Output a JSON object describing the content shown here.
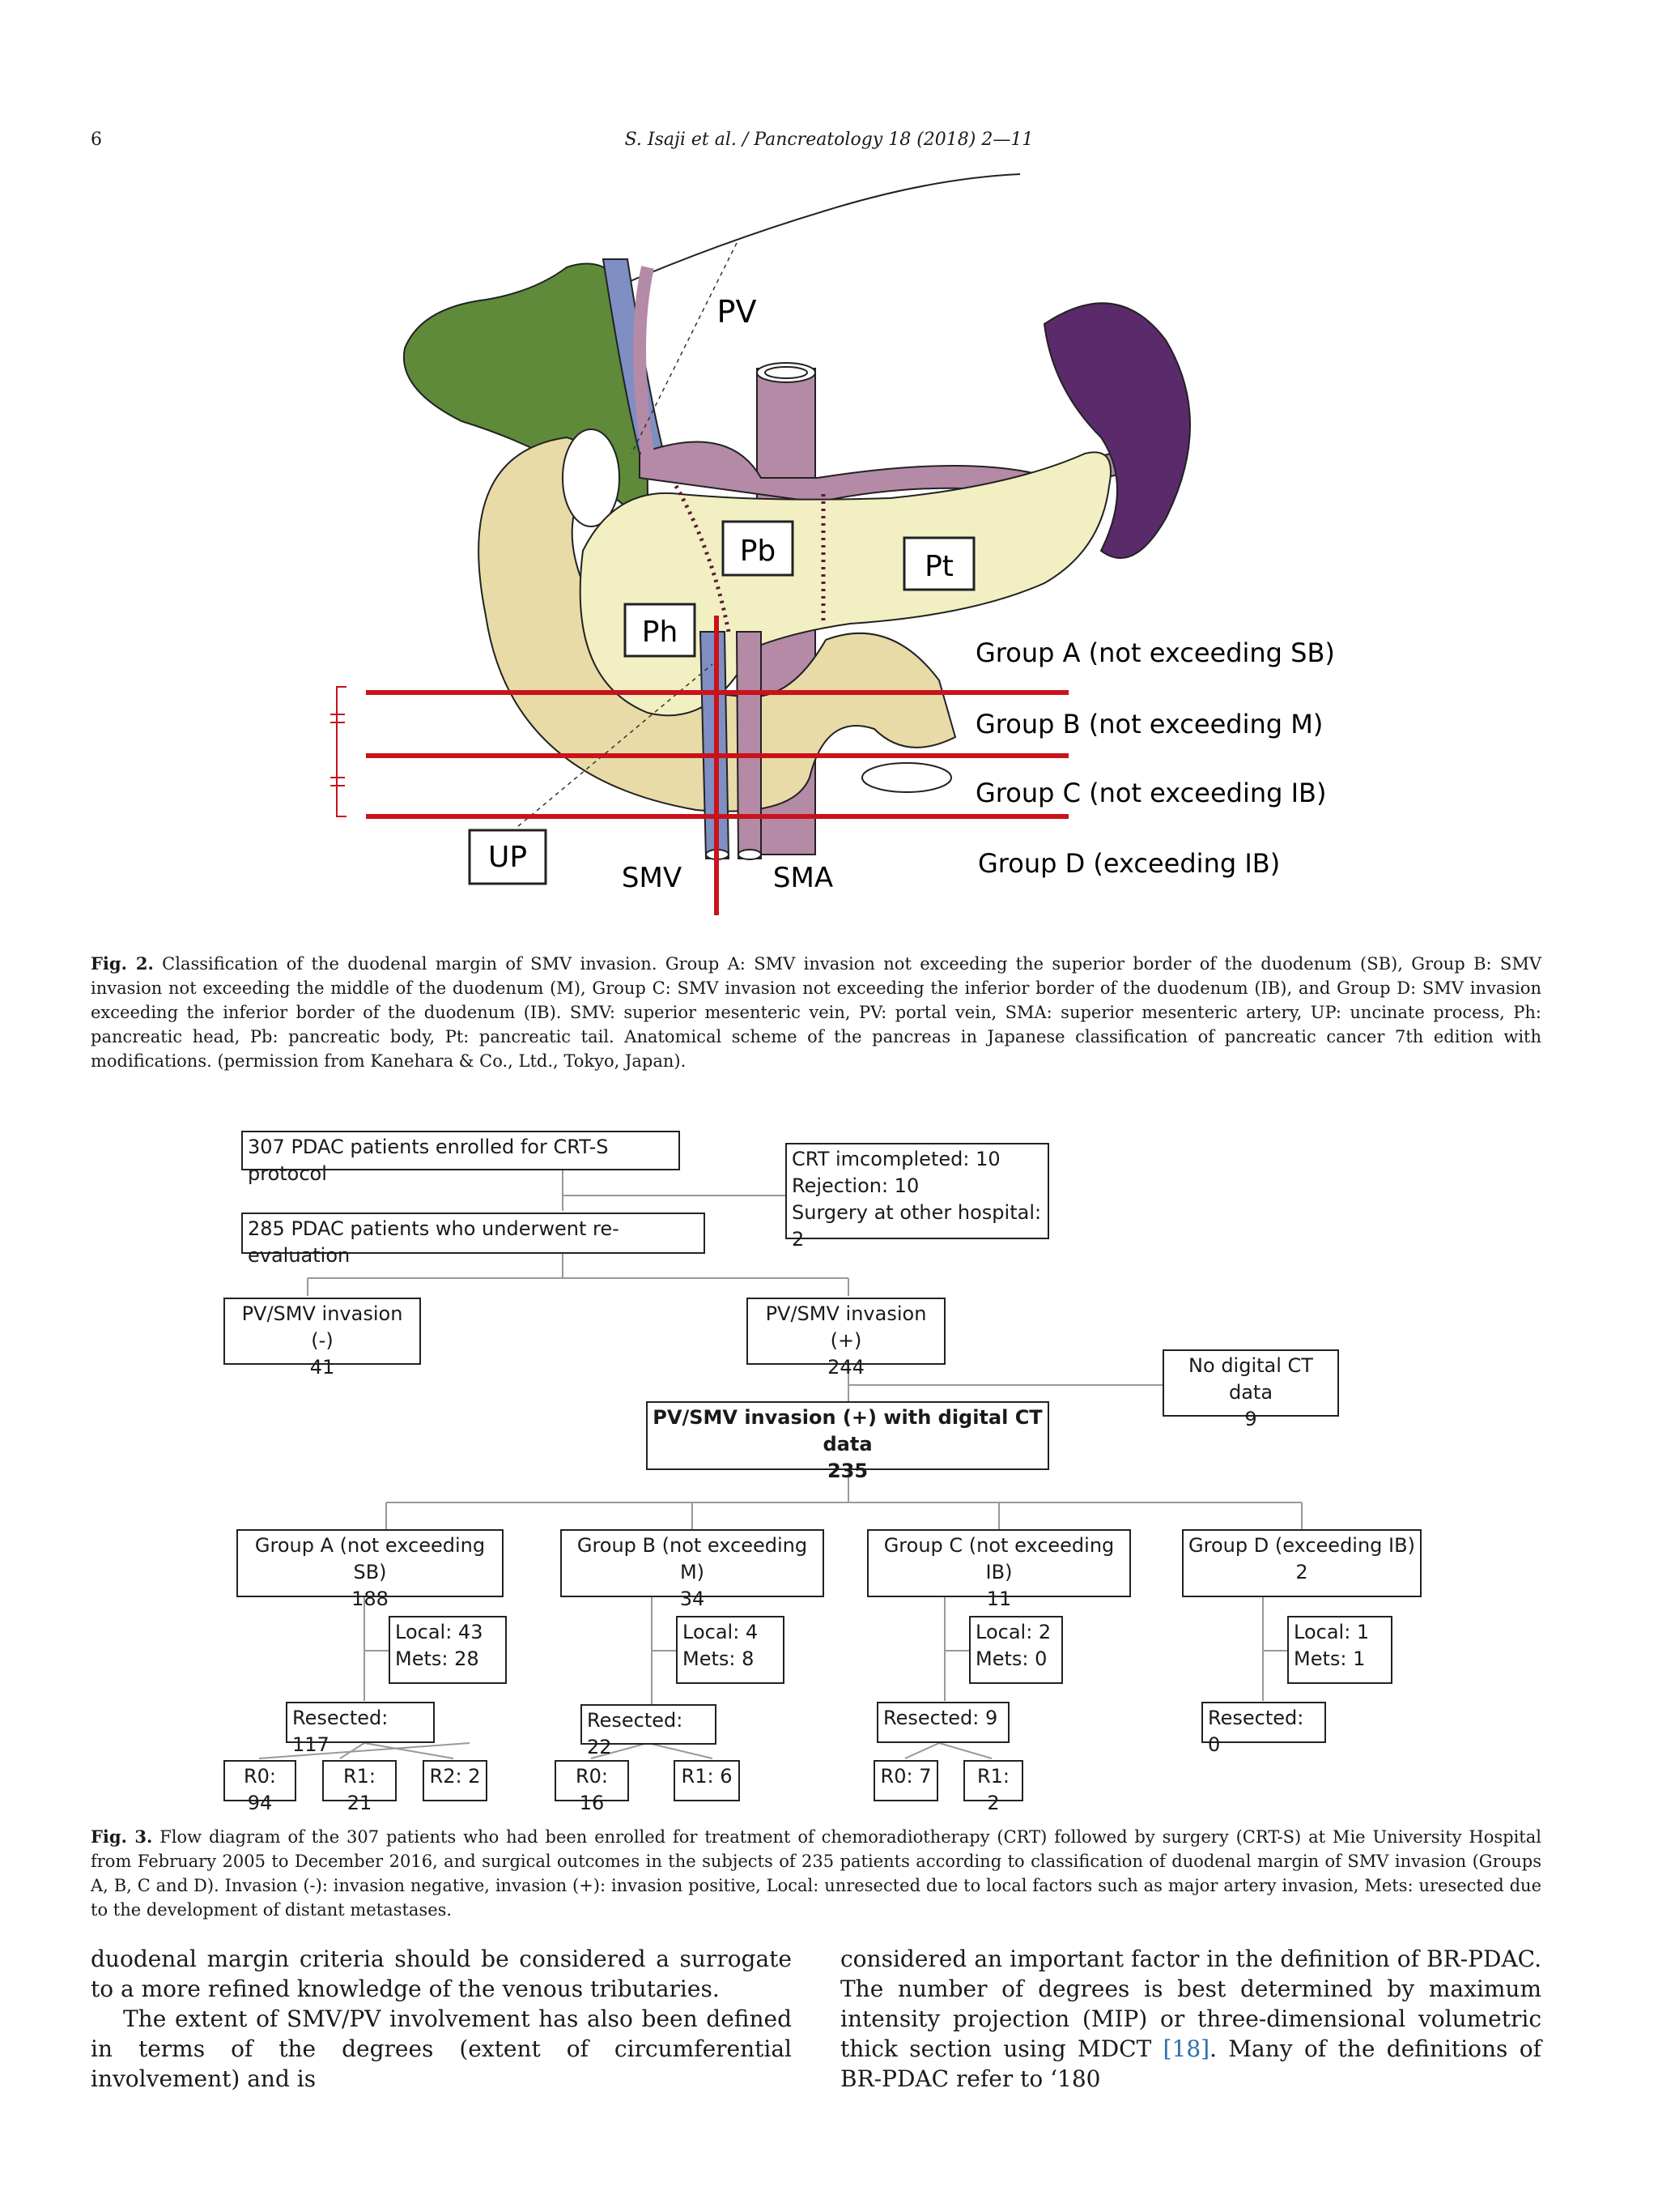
{
  "header": {
    "page_number": "6",
    "running_head": "S. Isaji et al. / Pancreatology 18 (2018) 2—11"
  },
  "fig2": {
    "labels": {
      "pv": "PV",
      "pb": "Pb",
      "pt": "Pt",
      "ph": "Ph",
      "up": "UP",
      "smv": "SMV",
      "sma": "SMA"
    },
    "groups": [
      "Group A (not exceeding SB)",
      "Group B (not exceeding M)",
      "Group C (not exceeding IB)",
      "Group D (exceeding IB)"
    ],
    "caption_label": "Fig. 2.",
    "caption_text": "Classification of the duodenal margin of SMV invasion. Group A: SMV invasion not exceeding the superior border of the duodenum (SB), Group B: SMV invasion not exceeding the middle of the duodenum (M), Group C: SMV invasion not exceeding the inferior border of the duodenum (IB), and Group D: SMV invasion exceeding the inferior border of the duodenum (IB). SMV: superior mesenteric vein, PV: portal vein, SMA: superior mesenteric artery, UP: uncinate process, Ph: pancreatic head, Pb: pancreatic body, Pt: pancreatic tail. Anatomical scheme of the pancreas in Japanese classification of pancreatic cancer 7th edition with modifications. (permission from Kanehara & Co., Ltd., Tokyo, Japan)."
  },
  "fig3": {
    "enrolled": "307 PDAC patients enrolled for CRT-S protocol",
    "excluded": [
      "CRT imcompleted: 10",
      "Rejection: 10",
      "Surgery at other hospital: 2"
    ],
    "reeval": "285 PDAC patients who underwent re-evaluation",
    "neg": {
      "label": "PV/SMV invasion (-)",
      "n": "41"
    },
    "pos": {
      "label": "PV/SMV invasion (+)",
      "n": "244"
    },
    "nodigital": {
      "label": "No digital CT data",
      "n": "9"
    },
    "digital": {
      "label": "PV/SMV invasion (+) with digital CT data",
      "n": "235"
    },
    "groups": [
      {
        "label": "Group A (not exceeding SB)",
        "n": "188",
        "local": "Local: 43",
        "mets": "Mets: 28",
        "resected": "Resected: 117",
        "r": [
          "R0: 94",
          "R1: 21",
          "R2: 2"
        ]
      },
      {
        "label": "Group B (not exceeding M)",
        "n": "34",
        "local": "Local: 4",
        "mets": "Mets: 8",
        "resected": "Resected: 22",
        "r": [
          "R0: 16",
          "R1: 6"
        ]
      },
      {
        "label": "Group C (not exceeding IB)",
        "n": "11",
        "local": "Local: 2",
        "mets": "Mets: 0",
        "resected": "Resected: 9",
        "r": [
          "R0: 7",
          "R1: 2"
        ]
      },
      {
        "label": "Group D (exceeding IB)",
        "n": "2",
        "local": "Local: 1",
        "mets": "Mets: 1",
        "resected": "Resected: 0",
        "r": []
      }
    ],
    "caption_label": "Fig. 3.",
    "caption_text": "Flow diagram of the 307 patients who had been enrolled for treatment of chemoradiotherapy (CRT) followed by surgery (CRT-S) at Mie University Hospital from February 2005 to December 2016, and surgical outcomes in the subjects of 235 patients according to classification of duodenal margin of SMV invasion (Groups A, B, C and D). Invasion (-): invasion negative, invasion (+): invasion positive, Local: unresected due to local factors such as major artery invasion, Mets: uresected due to the development of distant metastases."
  },
  "body": {
    "left_p1": "duodenal margin criteria should be considered a surrogate to a more refined knowledge of the venous tributaries.",
    "left_p2": "The extent of SMV/PV involvement has also been defined in terms of the degrees (extent of circumferential involvement) and is",
    "right_p1a": "considered an important factor in the definition of BR-PDAC. The number of degrees is best determined by maximum intensity projection (MIP) or three-dimensional volumetric thick section using MDCT ",
    "right_cite": "[18]",
    "right_p1b": ". Many of the definitions of BR-PDAC refer to ‘180"
  }
}
